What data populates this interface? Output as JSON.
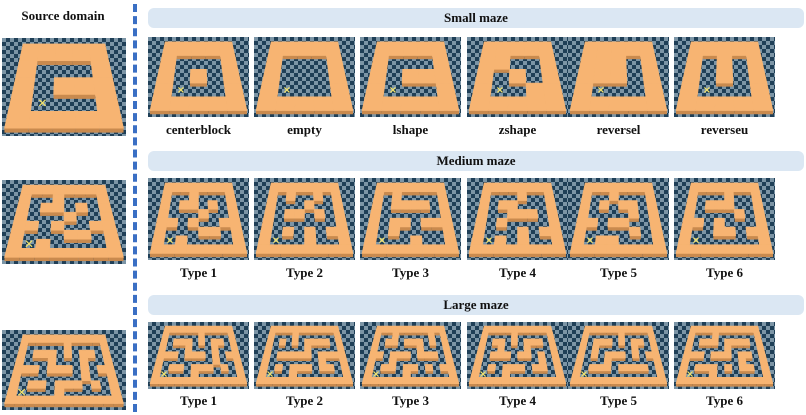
{
  "source_heading": "Source domain",
  "colors": {
    "floor_a": "#1f3f57",
    "floor_b": "#7c95a6",
    "wall_top": "#f7b472",
    "wall_side": "#c98a4e",
    "marker": "#f3e36a",
    "banner_bg": "#dbe7f3",
    "divider": "#3a6fc4"
  },
  "icons": {
    "goal_marker": "x-marker-icon"
  },
  "sections": [
    {
      "id": "small",
      "title": "Small maze",
      "panels": [
        {
          "label": "centerblock",
          "grid": [
            "11111",
            "10001",
            "10101",
            "10001",
            "11111"
          ],
          "marker": [
            1,
            3
          ]
        },
        {
          "label": "empty",
          "grid": [
            "11111",
            "10001",
            "10001",
            "10001",
            "11111"
          ],
          "marker": [
            1,
            3
          ]
        },
        {
          "label": "lshape",
          "grid": [
            "11111",
            "10001",
            "10111",
            "10001",
            "11111"
          ],
          "marker": [
            1,
            3
          ]
        },
        {
          "label": "zshape",
          "grid": [
            "11111",
            "11001",
            "10101",
            "10011",
            "11111"
          ],
          "marker": [
            1,
            3
          ]
        },
        {
          "label": "reversel",
          "grid": [
            "11111",
            "11101",
            "11101",
            "10001",
            "11111"
          ],
          "marker": [
            1,
            3
          ]
        },
        {
          "label": "reverseu",
          "grid": [
            "11111",
            "10101",
            "10101",
            "10001",
            "11111"
          ],
          "marker": [
            1,
            3
          ]
        }
      ]
    },
    {
      "id": "medium",
      "title": "Medium maze",
      "panels": [
        {
          "label": "Type 1",
          "grid": [
            "11111111",
            "10010001",
            "10110101",
            "10001001",
            "11010011",
            "10001101",
            "10100001",
            "11111111"
          ],
          "marker": [
            1,
            6
          ]
        },
        {
          "label": "Type 2",
          "grid": [
            "11111111",
            "10100101",
            "10001001",
            "10110101",
            "10000001",
            "10101011",
            "10001001",
            "11111111"
          ],
          "marker": [
            1,
            6
          ]
        },
        {
          "label": "Type 3",
          "grid": [
            "11111111",
            "10100001",
            "10111101",
            "10000001",
            "10110111",
            "10100001",
            "10001001",
            "11111111"
          ],
          "marker": [
            1,
            6
          ]
        },
        {
          "label": "Type 4",
          "grid": [
            "11111111",
            "10001001",
            "10110001",
            "10011101",
            "10100001",
            "10001011",
            "10101001",
            "11111111"
          ],
          "marker": [
            1,
            6
          ]
        },
        {
          "label": "Type 5",
          "grid": [
            "11111111",
            "10010001",
            "10101101",
            "10000101",
            "11011001",
            "10000101",
            "10110001",
            "11111111"
          ],
          "marker": [
            1,
            6
          ]
        },
        {
          "label": "Type 6",
          "grid": [
            "11111111",
            "10001001",
            "10111001",
            "10000101",
            "11010001",
            "10011011",
            "10000001",
            "11111111"
          ],
          "marker": [
            1,
            6
          ]
        }
      ]
    },
    {
      "id": "large",
      "title": "Large maze",
      "panels": [
        {
          "label": "Type 1",
          "grid": [
            "111111111111",
            "100000100001",
            "101110101101",
            "100010001001",
            "111011101011",
            "100000001001",
            "101101110101",
            "100001000001",
            "111111111111"
          ],
          "marker": [
            1,
            7
          ]
        },
        {
          "label": "Type 2",
          "grid": [
            "111111111111",
            "100010000001",
            "101010111101",
            "100000100001",
            "101111101111",
            "100000001001",
            "101011101101",
            "100010000001",
            "111111111111"
          ],
          "marker": [
            1,
            7
          ]
        },
        {
          "label": "Type 3",
          "grid": [
            "111111111111",
            "100100000101",
            "101101110101",
            "100000010001",
            "110111011101",
            "100100000001",
            "101101101011",
            "100001000001",
            "111111111111"
          ],
          "marker": [
            1,
            7
          ]
        },
        {
          "label": "Type 4",
          "grid": [
            "111111111111",
            "100001000001",
            "101101011101",
            "100100010001",
            "101110110101",
            "100000000101",
            "101011101101",
            "100010000001",
            "111111111111"
          ],
          "marker": [
            1,
            7
          ]
        },
        {
          "label": "Type 5",
          "grid": [
            "111111111111",
            "100000100001",
            "101110101101",
            "101000001001",
            "101011101011",
            "100010000001",
            "101110111101",
            "100000000001",
            "111111111111"
          ],
          "marker": [
            1,
            7
          ]
        },
        {
          "label": "Type 6",
          "grid": [
            "111111111111",
            "100010000001",
            "101110111101",
            "100000100001",
            "111011101101",
            "100000001001",
            "101110101101",
            "100010000001",
            "111111111111"
          ],
          "marker": [
            1,
            7
          ]
        }
      ]
    }
  ],
  "source_panels": [
    {
      "grid": [
        "11111",
        "10001",
        "10111",
        "10001",
        "11111"
      ],
      "marker": [
        1,
        3
      ]
    },
    {
      "grid": [
        "11111111",
        "10010001",
        "10110101",
        "10001001",
        "11010011",
        "10001101",
        "10100001",
        "11111111"
      ],
      "marker": [
        1,
        6
      ]
    },
    {
      "grid": [
        "111111111111",
        "100000100001",
        "101110101101",
        "100010001001",
        "111011101011",
        "100000001001",
        "101101110101",
        "100001000001",
        "111111111111"
      ],
      "marker": [
        1,
        7
      ]
    }
  ]
}
